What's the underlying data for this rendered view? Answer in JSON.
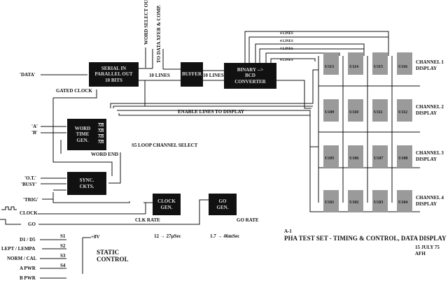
{
  "inputs": {
    "data": "'DATA'",
    "a": "'A'",
    "b": "'B'",
    "ot": "'O.T.'",
    "busy": "'BUSY'",
    "trig": "'TRIG'",
    "clock": "CLOCK",
    "go": "GO"
  },
  "blocks": {
    "sipo": "SERIAL IN PARALLEL OUT 10 BITS",
    "buffer": "BUFFER",
    "bcd": "BINARY --> BCD CONVERTER",
    "wordtime": "WORD TIME GEN.",
    "sync": "SYNC. CKTS.",
    "clockgen": "CLOCK GEN.",
    "gogen": "GO GEN."
  },
  "word_outputs": [
    "AB",
    "AB",
    "AB",
    "AB"
  ],
  "labels": {
    "gated_clock": "GATED CLOCK",
    "word_select_out": "WORD SELECT OUT",
    "to_data_xfer": "TO DATA XFER & COMP.",
    "ten_lines_1": "10 LINES",
    "ten_lines_2": "10 LINES",
    "four_lines": [
      "4 LINES",
      "4 LINES",
      "4 LINES",
      "4 LINES"
    ],
    "enable_lines": "ENABLE LINES TO DISPLAY",
    "loop_select": "S5  LOOP CHANNEL SELECT",
    "word_end": "WORD END",
    "clk_rate": "CLK RATE",
    "go_rate": "GO RATE",
    "clk_range": "12 → 27µSec",
    "go_range": "1.7 → 46mSec"
  },
  "channels": [
    {
      "label": "CHANNEL 1",
      "sub": "DISPLAY",
      "chips": [
        "U113",
        "U114",
        "U115",
        "U116"
      ]
    },
    {
      "label": "CHANNEL 2",
      "sub": "DISPLAY",
      "chips": [
        "U109",
        "U110",
        "U111",
        "U112"
      ]
    },
    {
      "label": "CHANNEL 3",
      "sub": "DISPLAY",
      "chips": [
        "U105",
        "U106",
        "U107",
        "U108"
      ]
    },
    {
      "label": "CHANNEL 4",
      "sub": "DISPLAY",
      "chips": [
        "U101",
        "U102",
        "U103",
        "U104"
      ]
    }
  ],
  "static_control": {
    "title": "STATIC",
    "title2": "CONTROL",
    "supply": "+8V",
    "switches": [
      {
        "id": "S1",
        "label": "D1 / D5"
      },
      {
        "id": "S2",
        "label": "LEPT / LEMPA"
      },
      {
        "id": "S3",
        "label": "NORM / CAL"
      },
      {
        "id": "S4",
        "label": "A PWR"
      },
      {
        "id": "",
        "label": "B PWR"
      }
    ]
  },
  "title_block": {
    "number": "A-1",
    "title": "PHA TEST SET - TIMING & CONTROL, DATA DISPLAY",
    "date": "15 JULY 75",
    "author": "AFH"
  }
}
